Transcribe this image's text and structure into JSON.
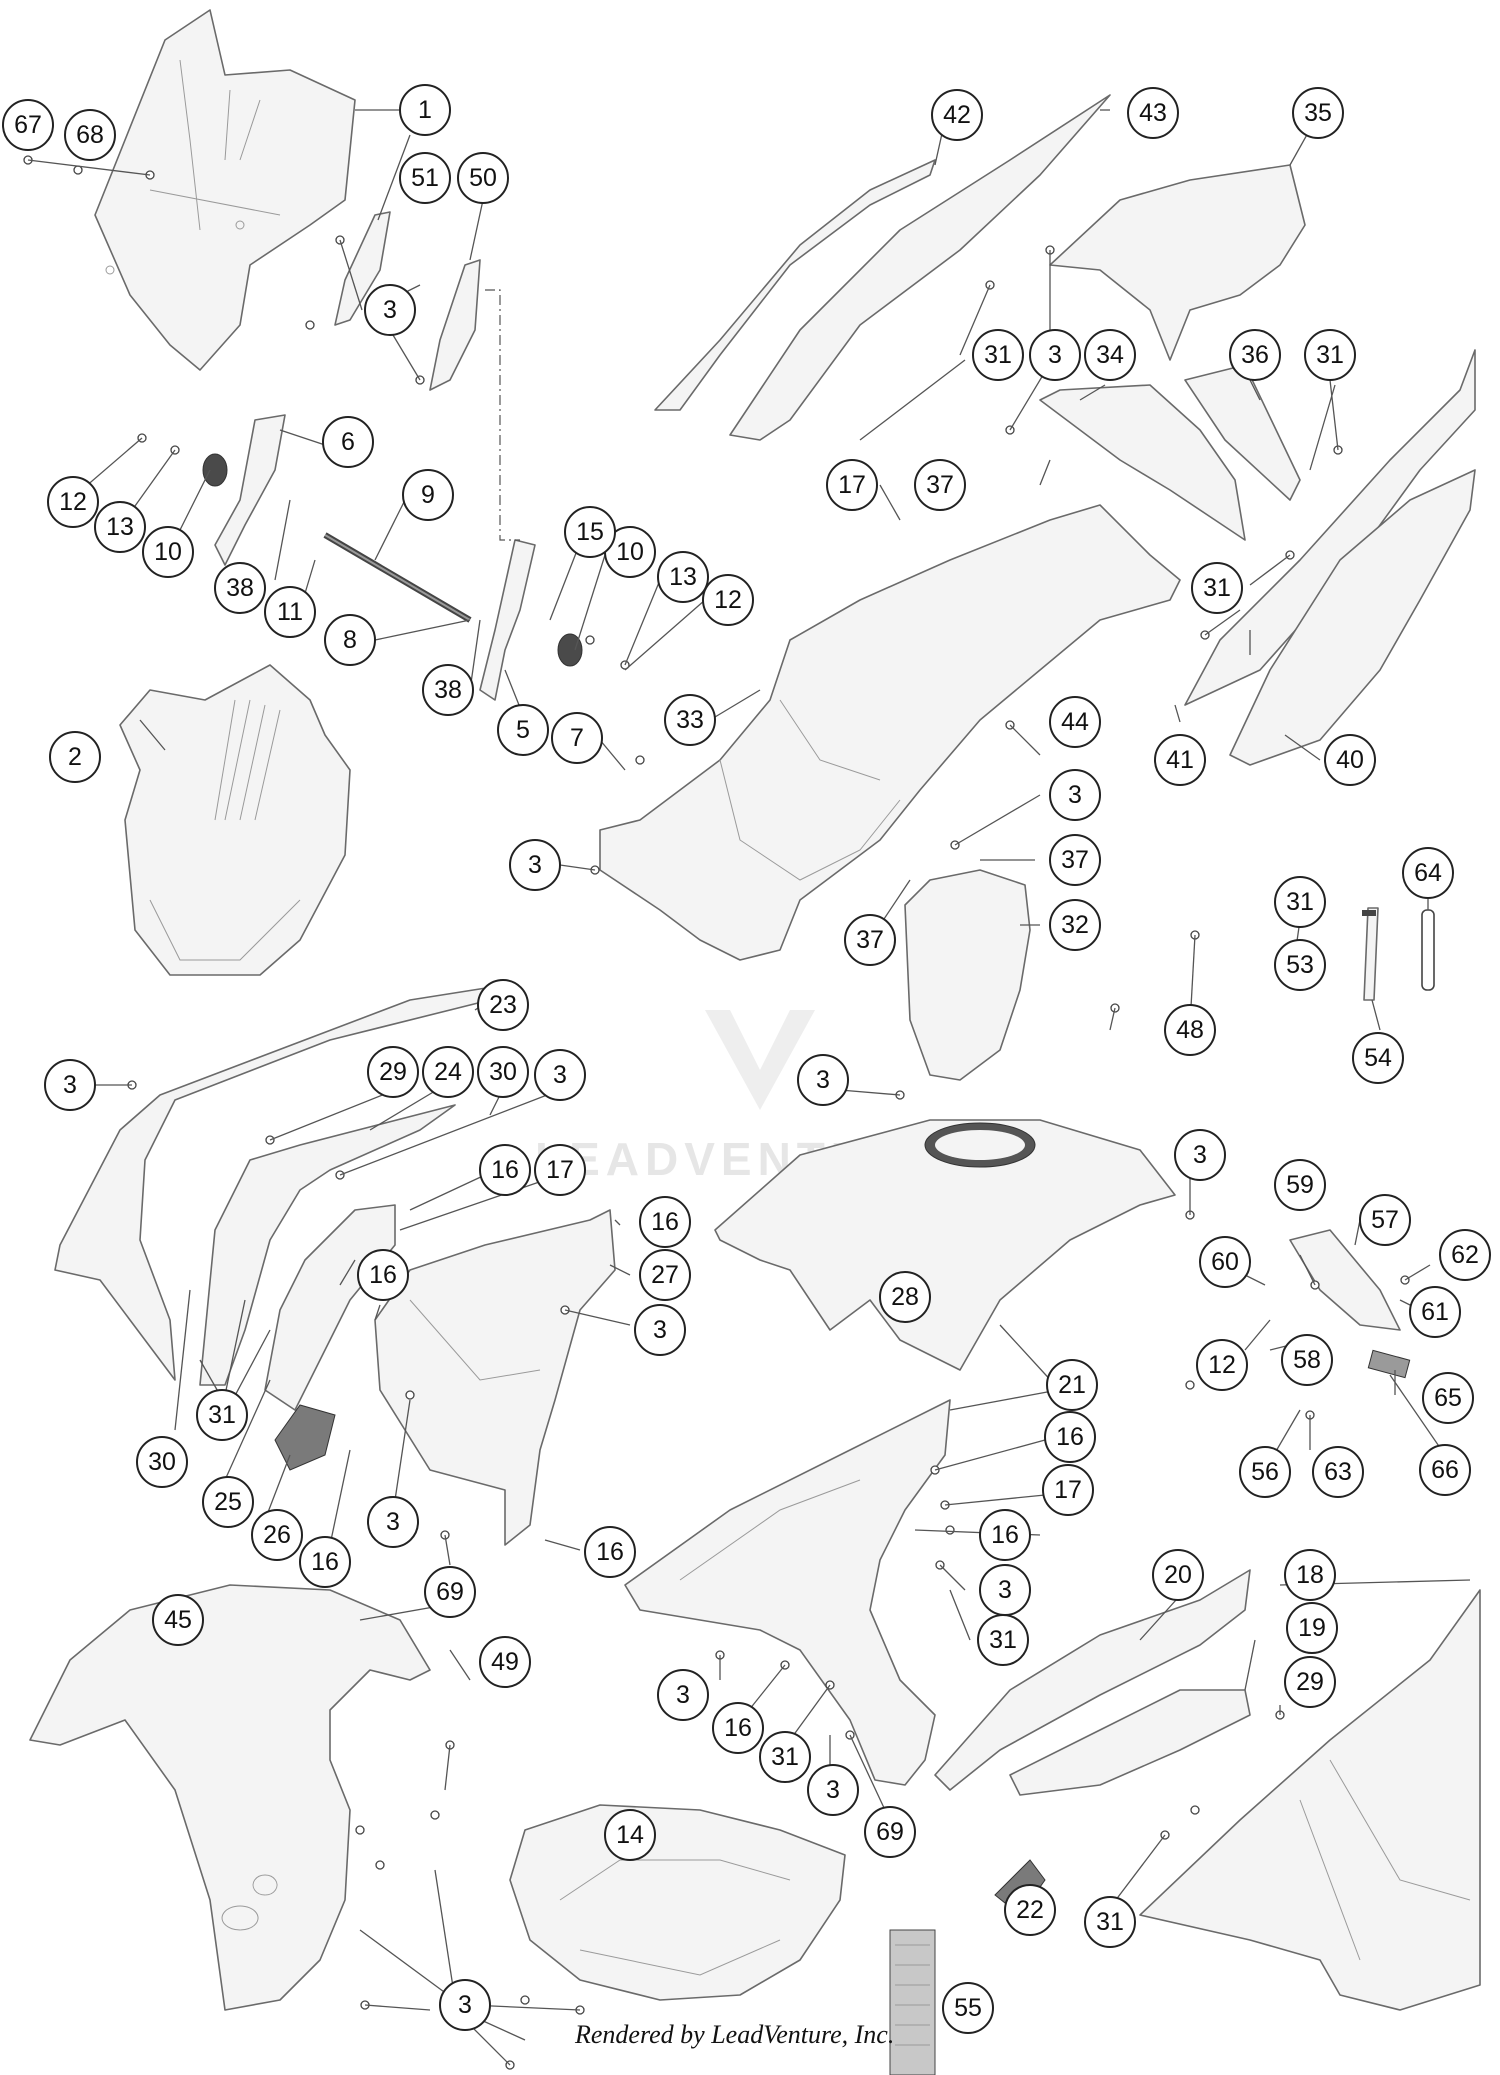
{
  "diagram": {
    "watermark": "LEADVENTURE",
    "footer": "Rendered by LeadVenture, Inc.",
    "callouts": [
      {
        "id": "1",
        "label": "1"
      },
      {
        "id": "2",
        "label": "2"
      },
      {
        "id": "3a",
        "label": "3"
      },
      {
        "id": "3b",
        "label": "3"
      },
      {
        "id": "3c",
        "label": "3"
      },
      {
        "id": "3d",
        "label": "3"
      },
      {
        "id": "3e",
        "label": "3"
      },
      {
        "id": "3f",
        "label": "3"
      },
      {
        "id": "3g",
        "label": "3"
      },
      {
        "id": "3h",
        "label": "3"
      },
      {
        "id": "3i",
        "label": "3"
      },
      {
        "id": "3j",
        "label": "3"
      },
      {
        "id": "3k",
        "label": "3"
      },
      {
        "id": "3l",
        "label": "3"
      },
      {
        "id": "3m",
        "label": "3"
      },
      {
        "id": "3n",
        "label": "3"
      },
      {
        "id": "3o",
        "label": "3"
      },
      {
        "id": "5",
        "label": "5"
      },
      {
        "id": "6",
        "label": "6"
      },
      {
        "id": "7",
        "label": "7"
      },
      {
        "id": "8",
        "label": "8"
      },
      {
        "id": "9",
        "label": "9"
      },
      {
        "id": "10a",
        "label": "10"
      },
      {
        "id": "10b",
        "label": "10"
      },
      {
        "id": "11",
        "label": "11"
      },
      {
        "id": "12a",
        "label": "12"
      },
      {
        "id": "12b",
        "label": "12"
      },
      {
        "id": "12c",
        "label": "12"
      },
      {
        "id": "13a",
        "label": "13"
      },
      {
        "id": "13b",
        "label": "13"
      },
      {
        "id": "14",
        "label": "14"
      },
      {
        "id": "15",
        "label": "15"
      },
      {
        "id": "16a",
        "label": "16"
      },
      {
        "id": "16b",
        "label": "16"
      },
      {
        "id": "16c",
        "label": "16"
      },
      {
        "id": "16d",
        "label": "16"
      },
      {
        "id": "16e",
        "label": "16"
      },
      {
        "id": "16f",
        "label": "16"
      },
      {
        "id": "16g",
        "label": "16"
      },
      {
        "id": "16h",
        "label": "16"
      },
      {
        "id": "17a",
        "label": "17"
      },
      {
        "id": "17b",
        "label": "17"
      },
      {
        "id": "17c",
        "label": "17"
      },
      {
        "id": "18",
        "label": "18"
      },
      {
        "id": "19",
        "label": "19"
      },
      {
        "id": "20",
        "label": "20"
      },
      {
        "id": "21",
        "label": "21"
      },
      {
        "id": "22",
        "label": "22"
      },
      {
        "id": "23",
        "label": "23"
      },
      {
        "id": "24",
        "label": "24"
      },
      {
        "id": "25",
        "label": "25"
      },
      {
        "id": "26",
        "label": "26"
      },
      {
        "id": "27",
        "label": "27"
      },
      {
        "id": "28",
        "label": "28"
      },
      {
        "id": "29a",
        "label": "29"
      },
      {
        "id": "29b",
        "label": "29"
      },
      {
        "id": "30a",
        "label": "30"
      },
      {
        "id": "30b",
        "label": "30"
      },
      {
        "id": "31a",
        "label": "31"
      },
      {
        "id": "31b",
        "label": "31"
      },
      {
        "id": "31c",
        "label": "31"
      },
      {
        "id": "31d",
        "label": "31"
      },
      {
        "id": "31e",
        "label": "31"
      },
      {
        "id": "31f",
        "label": "31"
      },
      {
        "id": "31g",
        "label": "31"
      },
      {
        "id": "31h",
        "label": "31"
      },
      {
        "id": "32",
        "label": "32"
      },
      {
        "id": "33",
        "label": "33"
      },
      {
        "id": "34",
        "label": "34"
      },
      {
        "id": "35",
        "label": "35"
      },
      {
        "id": "36",
        "label": "36"
      },
      {
        "id": "37a",
        "label": "37"
      },
      {
        "id": "37b",
        "label": "37"
      },
      {
        "id": "37c",
        "label": "37"
      },
      {
        "id": "38a",
        "label": "38"
      },
      {
        "id": "38b",
        "label": "38"
      },
      {
        "id": "40",
        "label": "40"
      },
      {
        "id": "41",
        "label": "41"
      },
      {
        "id": "42",
        "label": "42"
      },
      {
        "id": "43",
        "label": "43"
      },
      {
        "id": "44",
        "label": "44"
      },
      {
        "id": "45",
        "label": "45"
      },
      {
        "id": "48",
        "label": "48"
      },
      {
        "id": "49",
        "label": "49"
      },
      {
        "id": "50",
        "label": "50"
      },
      {
        "id": "51",
        "label": "51"
      },
      {
        "id": "53",
        "label": "53"
      },
      {
        "id": "54",
        "label": "54"
      },
      {
        "id": "55",
        "label": "55"
      },
      {
        "id": "56",
        "label": "56"
      },
      {
        "id": "57",
        "label": "57"
      },
      {
        "id": "58",
        "label": "58"
      },
      {
        "id": "59",
        "label": "59"
      },
      {
        "id": "60",
        "label": "60"
      },
      {
        "id": "61",
        "label": "61"
      },
      {
        "id": "62",
        "label": "62"
      },
      {
        "id": "63",
        "label": "63"
      },
      {
        "id": "64",
        "label": "64"
      },
      {
        "id": "65",
        "label": "65"
      },
      {
        "id": "66",
        "label": "66"
      },
      {
        "id": "67",
        "label": "67"
      },
      {
        "id": "68",
        "label": "68"
      },
      {
        "id": "69a",
        "label": "69"
      },
      {
        "id": "69b",
        "label": "69"
      }
    ]
  }
}
